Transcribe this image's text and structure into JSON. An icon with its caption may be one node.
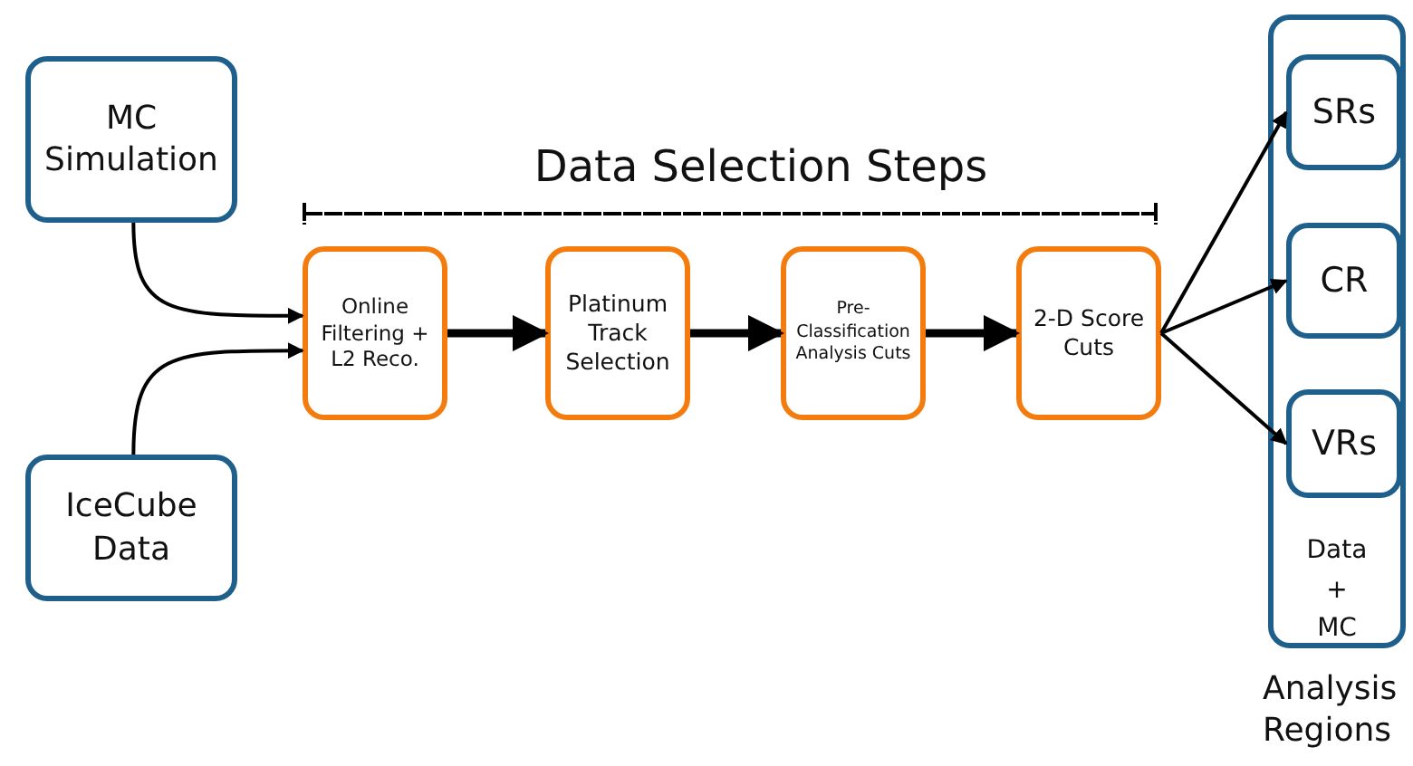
{
  "diagram": {
    "title": "Data Selection Steps",
    "nodes": [
      {
        "text": [
          "MC Simulation"
        ]
      },
      {
        "text": [
          "IceCube Data"
        ]
      },
      {
        "text": [
          "Online Filtering + L2 Reco."
        ]
      },
      {
        "text": [
          "Platinum Track Selection"
        ]
      },
      {
        "text": [
          "Pre-Classification Analysis Cuts"
        ]
      },
      {
        "text": [
          "2-D Score Cuts"
        ]
      },
      {
        "text": [
          "Data + MC",
          "Analysis Regions"
        ]
      },
      {
        "text": [
          "SRs"
        ],
        "in": 6
      },
      {
        "text": [
          "CR"
        ],
        "in": 6
      },
      {
        "text": [
          "VRs"
        ],
        "in": 6
      }
    ],
    "edges": [
      {
        "from": 0,
        "to": 2,
        "arrow": "to"
      },
      {
        "from": 1,
        "to": 2,
        "arrow": "to"
      },
      {
        "from": 2,
        "to": 3,
        "arrow": "to",
        "style": "thick"
      },
      {
        "from": 3,
        "to": 4,
        "arrow": "to",
        "style": "thick"
      },
      {
        "from": 4,
        "to": 5,
        "arrow": "to",
        "style": "thick"
      },
      {
        "from": 5,
        "to": 7,
        "arrow": "to"
      },
      {
        "from": 5,
        "to": 8,
        "arrow": "to"
      },
      {
        "from": 5,
        "to": 9,
        "arrow": "to"
      }
    ]
  }
}
